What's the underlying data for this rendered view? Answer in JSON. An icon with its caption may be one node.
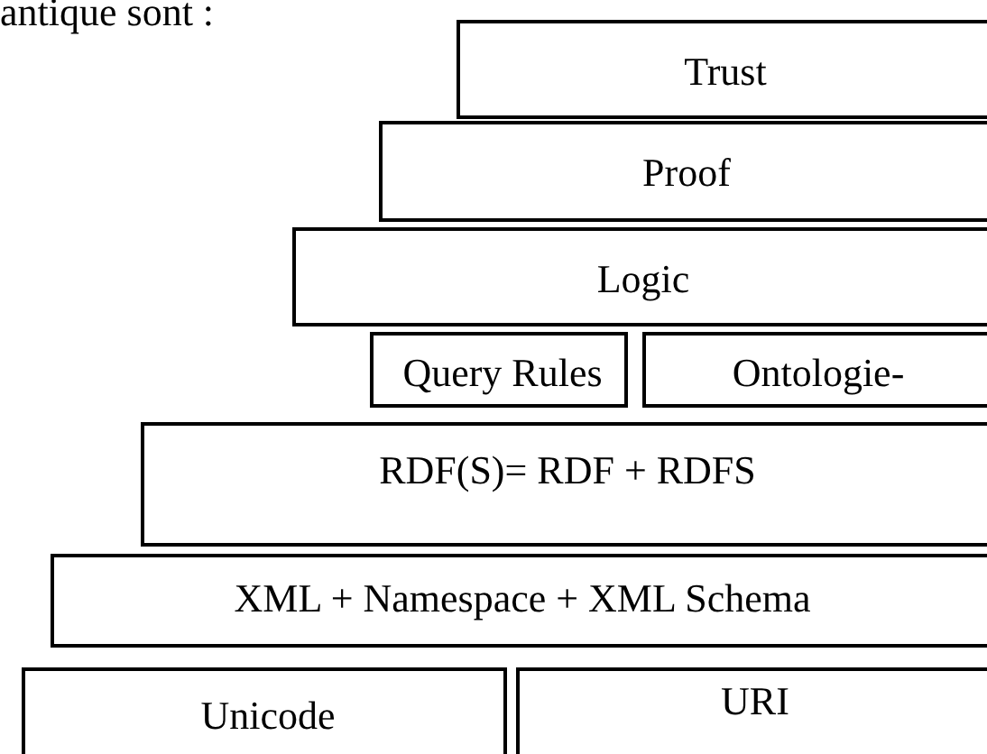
{
  "diagram": {
    "nodes": [
      {
        "text": [
          "Trust"
        ]
      },
      {
        "text": [
          "Proof"
        ]
      },
      {
        "text": [
          "Logic"
        ]
      },
      {
        "text": [
          "Query Rules"
        ]
      },
      {
        "text": [
          "Ontologie-"
        ]
      },
      {
        "text": [
          "RDF(S)= RDF + RDFS"
        ]
      },
      {
        "text": [
          "XML + Namespace + XML Schema"
        ]
      },
      {
        "text": [
          "Unicode"
        ]
      },
      {
        "text": [
          "URI"
        ]
      }
    ],
    "edges": [],
    "labels": [
      "antique sont :"
    ]
  }
}
